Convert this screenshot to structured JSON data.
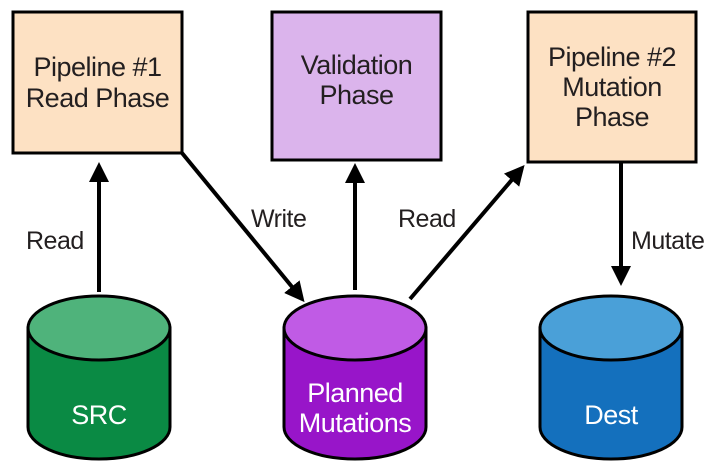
{
  "boxes": {
    "pipeline1": {
      "line1": "Pipeline #1",
      "line2": "Read Phase",
      "fill": "#fde1c3"
    },
    "validation": {
      "line1": "Validation",
      "line2": "Phase",
      "fill": "#dbb4ec"
    },
    "pipeline2": {
      "line1": "Pipeline #2",
      "line2": "Mutation",
      "line3": "Phase",
      "fill": "#fde1c3"
    }
  },
  "cylinders": {
    "src": {
      "label": "SRC",
      "top": "#4fb37b",
      "body": "#0a8a44"
    },
    "planned": {
      "line1": "Planned",
      "line2": "Mutations",
      "top": "#c05be5",
      "body": "#9815c9"
    },
    "dest": {
      "label": "Dest",
      "top": "#4aa0d8",
      "body": "#1470bd"
    }
  },
  "arrows": {
    "src_to_pipeline1": "Read",
    "pipeline1_to_planned": "Write",
    "planned_to_pipeline2": "Read",
    "pipeline2_to_dest": "Mutate"
  }
}
